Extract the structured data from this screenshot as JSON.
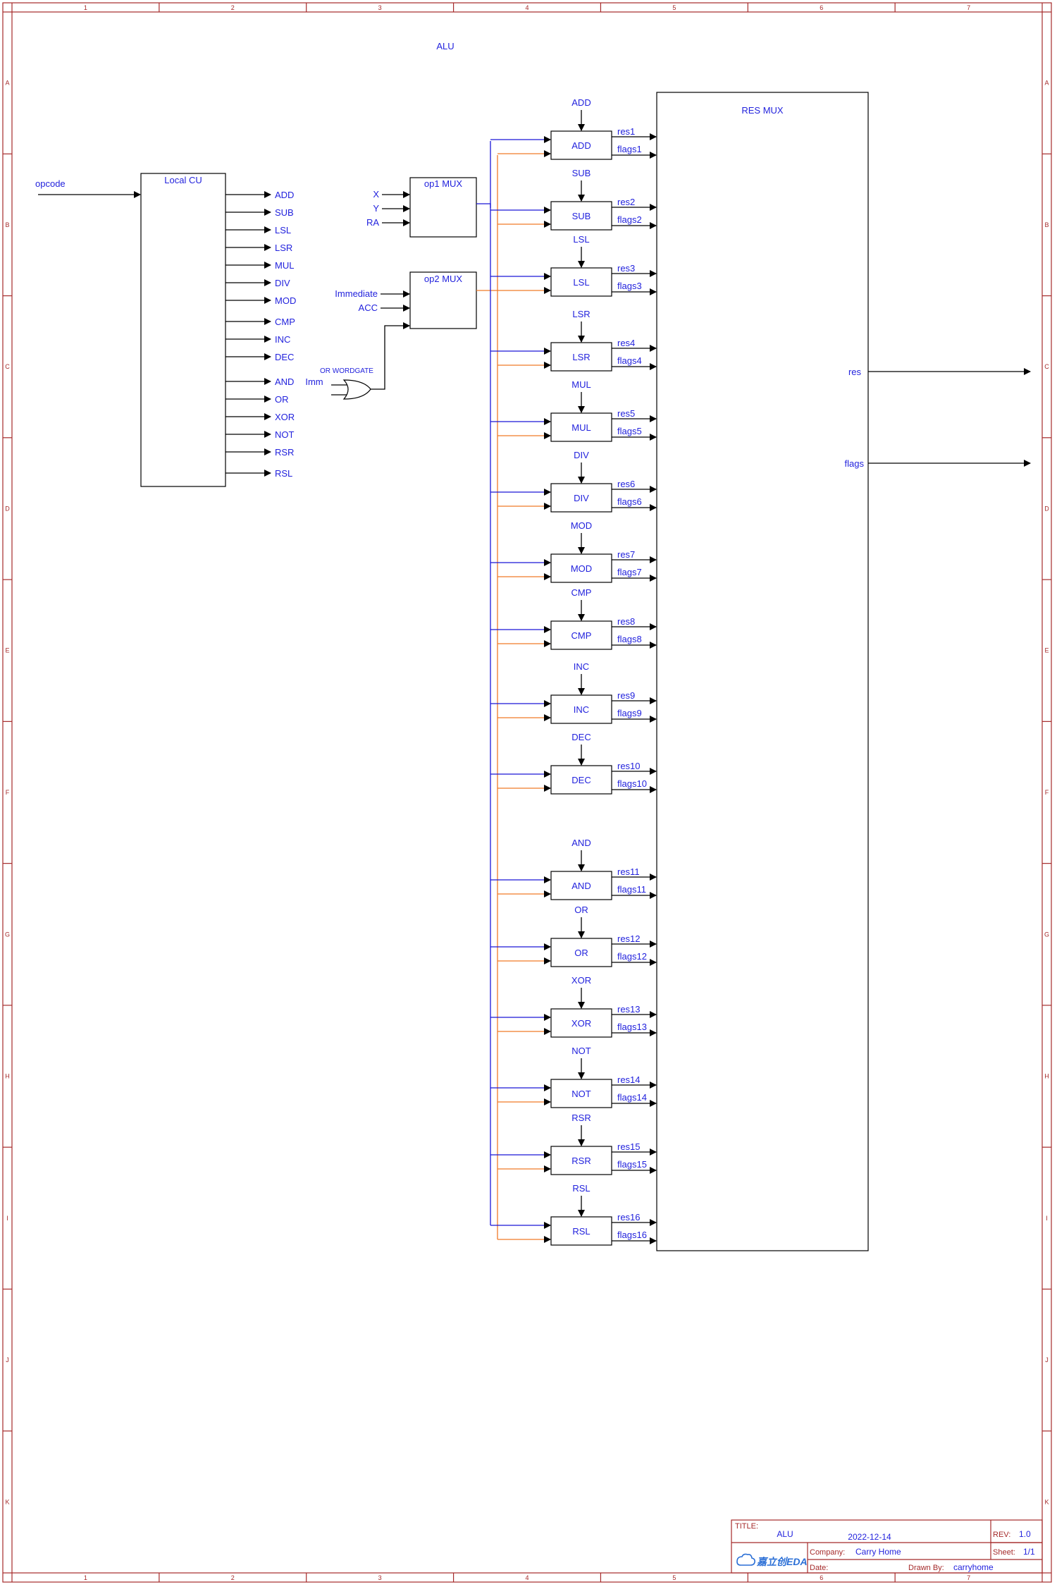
{
  "sheet": {
    "title_label": "ALU",
    "col_markers": [
      "1",
      "2",
      "3",
      "4",
      "5",
      "6",
      "7"
    ],
    "row_markers": [
      "A",
      "B",
      "C",
      "D",
      "E",
      "F",
      "G",
      "H",
      "I",
      "J",
      "K"
    ]
  },
  "control_unit": {
    "input_label": "opcode",
    "title": "Local CU",
    "outputs": [
      "ADD",
      "SUB",
      "LSL",
      "LSR",
      "MUL",
      "DIV",
      "MOD",
      "CMP",
      "INC",
      "DEC",
      "AND",
      "OR",
      "XOR",
      "NOT",
      "RSR",
      "RSL"
    ]
  },
  "op1_mux": {
    "title": "op1 MUX",
    "inputs": [
      "X",
      "Y",
      "RA"
    ]
  },
  "op2_mux": {
    "title": "op2 MUX",
    "inputs": [
      "Immediate",
      "ACC"
    ]
  },
  "or_gate": {
    "title": "OR WORDGATE",
    "input_label": "Imm"
  },
  "units": [
    {
      "name": "ADD",
      "ctrl": "ADD",
      "res": "res1",
      "flags": "flags1"
    },
    {
      "name": "SUB",
      "ctrl": "SUB",
      "res": "res2",
      "flags": "flags2"
    },
    {
      "name": "LSL",
      "ctrl": "LSL",
      "res": "res3",
      "flags": "flags3"
    },
    {
      "name": "LSR",
      "ctrl": "LSR",
      "res": "res4",
      "flags": "flags4"
    },
    {
      "name": "MUL",
      "ctrl": "MUL",
      "res": "res5",
      "flags": "flags5"
    },
    {
      "name": "DIV",
      "ctrl": "DIV",
      "res": "res6",
      "flags": "flags6"
    },
    {
      "name": "MOD",
      "ctrl": "MOD",
      "res": "res7",
      "flags": "flags7"
    },
    {
      "name": "CMP",
      "ctrl": "CMP",
      "res": "res8",
      "flags": "flags8"
    },
    {
      "name": "INC",
      "ctrl": "INC",
      "res": "res9",
      "flags": "flags9"
    },
    {
      "name": "DEC",
      "ctrl": "DEC",
      "res": "res10",
      "flags": "flags10"
    },
    {
      "name": "AND",
      "ctrl": "AND",
      "res": "res11",
      "flags": "flags11"
    },
    {
      "name": "OR",
      "ctrl": "OR",
      "res": "res12",
      "flags": "flags12"
    },
    {
      "name": "XOR",
      "ctrl": "XOR",
      "res": "res13",
      "flags": "flags13"
    },
    {
      "name": "NOT",
      "ctrl": "NOT",
      "res": "res14",
      "flags": "flags14"
    },
    {
      "name": "RSR",
      "ctrl": "RSR",
      "res": "res15",
      "flags": "flags15"
    },
    {
      "name": "RSL",
      "ctrl": "RSL",
      "res": "res16",
      "flags": "flags16"
    }
  ],
  "res_mux": {
    "title": "RES MUX",
    "outputs": [
      "res",
      "flags"
    ]
  },
  "title_block": {
    "title_key": "TITLE:",
    "title_value": "ALU",
    "date_value": "2022-12-14",
    "rev_key": "REV:",
    "rev_value": "1.0",
    "company_key": "Company:",
    "company_value": "Carry Home",
    "sheet_key": "Sheet:",
    "sheet_value": "1/1",
    "date_key": "Date:",
    "drawn_by_key": "Drawn By:",
    "drawn_by_value": "carryhome",
    "logo_text": "嘉立创EDA"
  },
  "colors": {
    "frame": "#a52a2a",
    "label": "#2222dd",
    "wire": "#000000",
    "op1_bus": "#1a16d8",
    "op2_bus": "#f07a28"
  }
}
